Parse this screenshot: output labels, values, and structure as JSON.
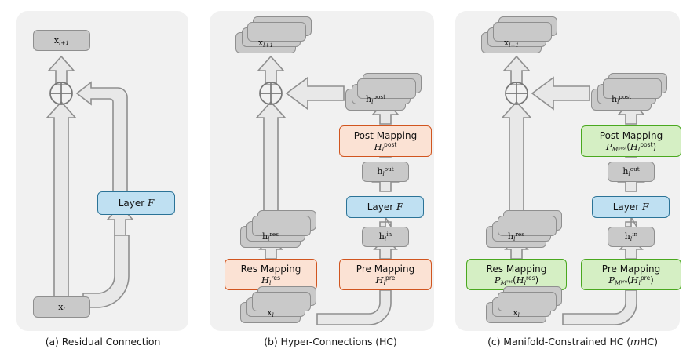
{
  "figure": {
    "panels": [
      {
        "id": "a",
        "caption_prefix": "(a)",
        "caption": "Residual Connection",
        "caption_italic": "",
        "caption_suffix": "",
        "nodes": {
          "output": "x",
          "output_sub": "l+1",
          "input": "x",
          "input_sub": "l",
          "layer": "Layer",
          "layer_sym": "F",
          "op": "oplus"
        }
      },
      {
        "id": "b",
        "caption_prefix": "(b)",
        "caption": "Hyper-Connections (HC)",
        "caption_italic": "",
        "caption_suffix": "",
        "nodes": {
          "output": "x",
          "output_sub": "l+1",
          "input": "x",
          "input_sub": "l",
          "h_res": "h",
          "h_res_sub": "l",
          "h_res_sup": "res",
          "h_in": "h",
          "h_in_sub": "l",
          "h_in_sup": "in",
          "h_out": "h",
          "h_out_sub": "l",
          "h_out_sup": "out",
          "h_post": "h",
          "h_post_sub": "l",
          "h_post_sup": "post",
          "layer": "Layer",
          "layer_sym": "F",
          "res_mapping_title": "Res Mapping",
          "res_mapping_formula": "H_l^res",
          "pre_mapping_title": "Pre Mapping",
          "pre_mapping_formula": "H_l^pre",
          "post_mapping_title": "Post Mapping",
          "post_mapping_formula": "H_l^post",
          "op": "oplus"
        }
      },
      {
        "id": "c",
        "caption_prefix": "(c)",
        "caption": "Manifold-Constrained HC (",
        "caption_italic": "m",
        "caption_suffix": "HC)",
        "nodes": {
          "output": "x",
          "output_sub": "l+1",
          "input": "x",
          "input_sub": "l",
          "h_res": "h",
          "h_res_sub": "l",
          "h_res_sup": "res",
          "h_in": "h",
          "h_in_sub": "l",
          "h_in_sup": "in",
          "h_out": "h",
          "h_out_sub": "l",
          "h_out_sup": "out",
          "h_post": "h",
          "h_post_sub": "l",
          "h_post_sup": "post",
          "layer": "Layer",
          "layer_sym": "F",
          "res_mapping_title": "Res Mapping",
          "res_mapping_formula": "P_{M^res}(H_l^res)",
          "pre_mapping_title": "Pre Mapping",
          "pre_mapping_formula": "P_{M^pre}(H_l^pre)",
          "post_mapping_title": "Post Mapping",
          "post_mapping_formula": "P_{M^post}(H_l^post)",
          "op": "oplus"
        }
      }
    ],
    "symbols": {
      "script_P": "P",
      "script_M": "M",
      "script_H": "H",
      "script_F": "F",
      "oplus": "⊕"
    },
    "colors": {
      "panel_background": "#f1f1f1",
      "page_background": "#ffffff",
      "gray_fill": "#c9c9c9",
      "gray_stroke": "#8f8f8f",
      "blue_fill": "#bfe0f2",
      "blue_stroke": "#2b7397",
      "orange_fill": "#fbe2d4",
      "orange_stroke": "#d1551f",
      "green_fill": "#d5efc4",
      "green_stroke": "#4aa81f",
      "arrow_fill": "#e8e8e8",
      "arrow_stroke": "#8f8f8f",
      "text": "#111111"
    }
  }
}
